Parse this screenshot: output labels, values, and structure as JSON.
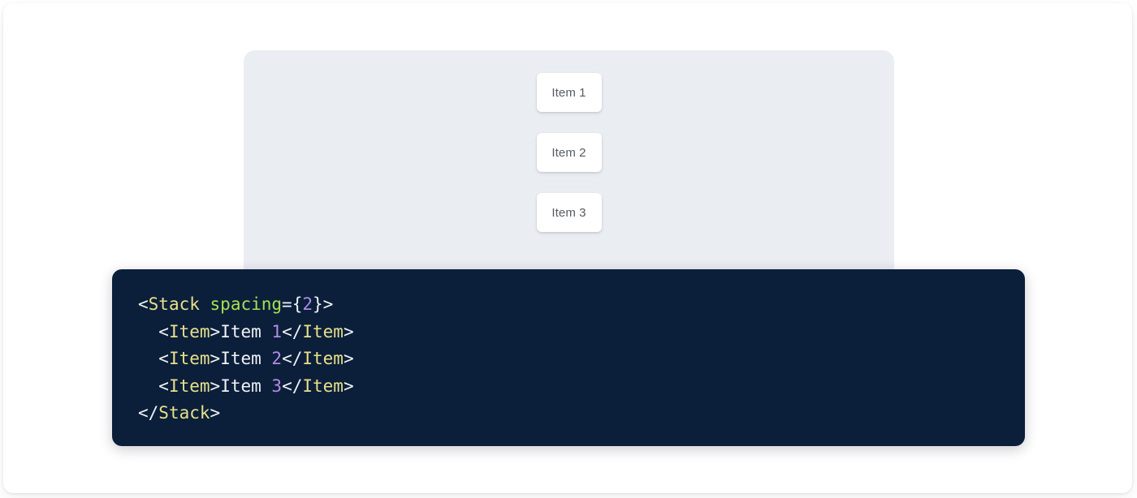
{
  "colors": {
    "page_background": "#ffffff",
    "preview_card_background": "#eaedf2",
    "item_background": "#ffffff",
    "item_text": "#555b63",
    "code_panel_background": "#0b1f3a",
    "code_plain": "#f0f2f5",
    "code_tag": "#e8e08a",
    "code_attribute": "#a6e052",
    "code_number": "#b08ce8"
  },
  "preview": {
    "component_name": "Stack",
    "items": [
      {
        "label": "Item 1"
      },
      {
        "label": "Item 2"
      },
      {
        "label": "Item 3"
      }
    ]
  },
  "code": {
    "language": "jsx",
    "lines": [
      {
        "indent": "",
        "tokens": [
          {
            "text": "<",
            "type": "plain"
          },
          {
            "text": "Stack",
            "type": "tag"
          },
          {
            "text": " ",
            "type": "plain"
          },
          {
            "text": "spacing",
            "type": "attr"
          },
          {
            "text": "={",
            "type": "plain"
          },
          {
            "text": "2",
            "type": "number"
          },
          {
            "text": "}>",
            "type": "plain"
          }
        ]
      },
      {
        "indent": "  ",
        "tokens": [
          {
            "text": "<",
            "type": "plain"
          },
          {
            "text": "Item",
            "type": "tag"
          },
          {
            "text": ">",
            "type": "plain"
          },
          {
            "text": "Item ",
            "type": "text"
          },
          {
            "text": "1",
            "type": "number"
          },
          {
            "text": "</",
            "type": "plain"
          },
          {
            "text": "Item",
            "type": "tag"
          },
          {
            "text": ">",
            "type": "plain"
          }
        ]
      },
      {
        "indent": "  ",
        "tokens": [
          {
            "text": "<",
            "type": "plain"
          },
          {
            "text": "Item",
            "type": "tag"
          },
          {
            "text": ">",
            "type": "plain"
          },
          {
            "text": "Item ",
            "type": "text"
          },
          {
            "text": "2",
            "type": "number"
          },
          {
            "text": "</",
            "type": "plain"
          },
          {
            "text": "Item",
            "type": "tag"
          },
          {
            "text": ">",
            "type": "plain"
          }
        ]
      },
      {
        "indent": "  ",
        "tokens": [
          {
            "text": "<",
            "type": "plain"
          },
          {
            "text": "Item",
            "type": "tag"
          },
          {
            "text": ">",
            "type": "plain"
          },
          {
            "text": "Item ",
            "type": "text"
          },
          {
            "text": "3",
            "type": "number"
          },
          {
            "text": "</",
            "type": "plain"
          },
          {
            "text": "Item",
            "type": "tag"
          },
          {
            "text": ">",
            "type": "plain"
          }
        ]
      },
      {
        "indent": "",
        "tokens": [
          {
            "text": "</",
            "type": "plain"
          },
          {
            "text": "Stack",
            "type": "tag"
          },
          {
            "text": ">",
            "type": "plain"
          }
        ]
      }
    ]
  }
}
